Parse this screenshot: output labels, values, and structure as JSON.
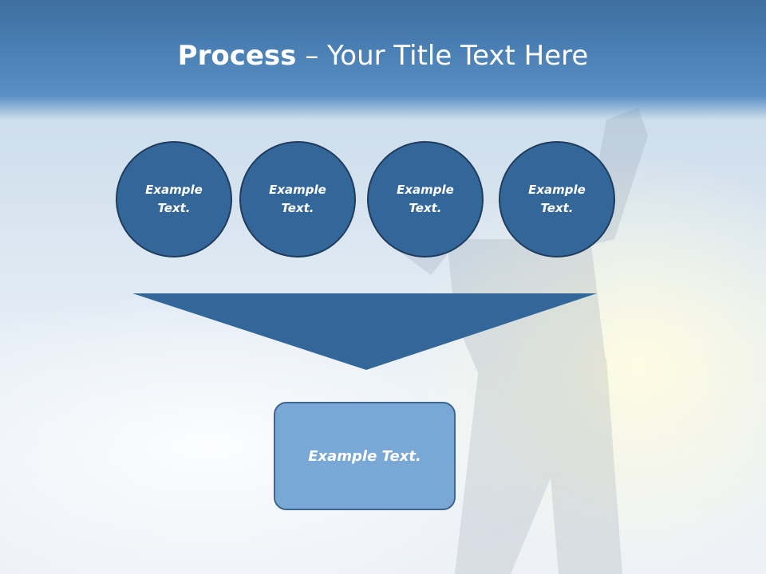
{
  "title": {
    "bold": "Process",
    "separator": " – ",
    "rest": "Your Title Text Here"
  },
  "steps": [
    {
      "label": "Example\nText."
    },
    {
      "label": "Example\nText."
    },
    {
      "label": "Example\nText."
    },
    {
      "label": "Example\nText."
    }
  ],
  "result": {
    "label": "Example Text."
  },
  "colors": {
    "title_band": "#4a7fb4",
    "circle_fill": "#336699",
    "circle_border": "#1f3c5e",
    "funnel_fill": "#336699",
    "result_fill": "#79a8d6",
    "result_border": "#3e6690"
  }
}
